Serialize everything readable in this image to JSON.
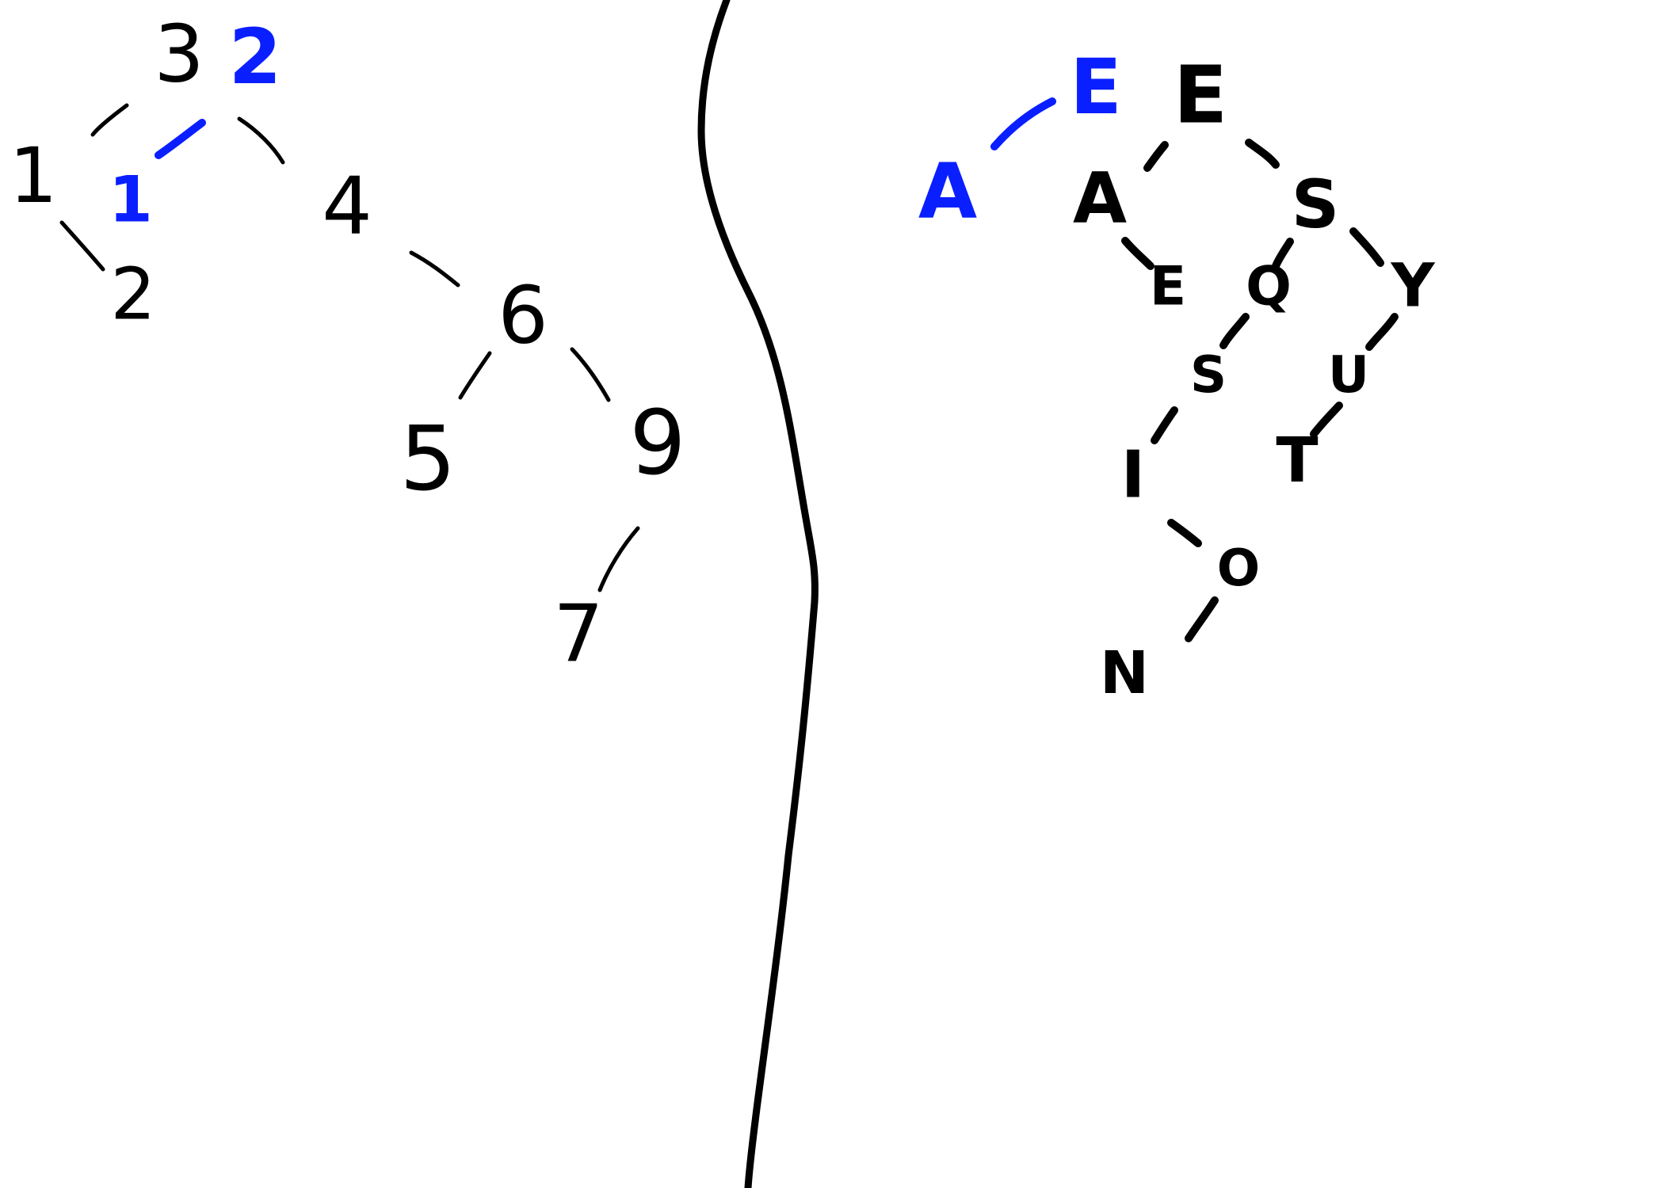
{
  "colors": {
    "ink": "#000000",
    "highlight": "#0a1fff",
    "background": "#ffffff"
  },
  "left_tree": {
    "nodes": [
      {
        "id": "n3",
        "label": "3",
        "highlight": false
      },
      {
        "id": "n2top",
        "label": "2",
        "highlight": true
      },
      {
        "id": "n1a",
        "label": "1",
        "highlight": false
      },
      {
        "id": "n1b",
        "label": "1",
        "highlight": true
      },
      {
        "id": "n2bottom",
        "label": "2",
        "highlight": false
      },
      {
        "id": "n4",
        "label": "4",
        "highlight": false
      },
      {
        "id": "n6",
        "label": "6",
        "highlight": false
      },
      {
        "id": "n5",
        "label": "5",
        "highlight": false
      },
      {
        "id": "n9",
        "label": "9",
        "highlight": false
      },
      {
        "id": "n7",
        "label": "7",
        "highlight": false
      }
    ],
    "edges": [
      {
        "from": "n3",
        "to": "n1a",
        "highlight": false
      },
      {
        "from": "n2top",
        "to": "n1b",
        "highlight": true
      },
      {
        "from": "n2top",
        "to": "n4",
        "highlight": false
      },
      {
        "from": "n1a",
        "to": "n2bottom",
        "highlight": false
      },
      {
        "from": "n4",
        "to": "n6",
        "highlight": false
      },
      {
        "from": "n6",
        "to": "n5",
        "highlight": false
      },
      {
        "from": "n6",
        "to": "n9",
        "highlight": false
      },
      {
        "from": "n9",
        "to": "n7",
        "highlight": false
      }
    ]
  },
  "right_tree": {
    "nodes": [
      {
        "id": "rEblue",
        "label": "E",
        "highlight": true
      },
      {
        "id": "rAblue",
        "label": "A",
        "highlight": true
      },
      {
        "id": "rE",
        "label": "E",
        "highlight": false
      },
      {
        "id": "rA",
        "label": "A",
        "highlight": false
      },
      {
        "id": "rS1",
        "label": "S",
        "highlight": false
      },
      {
        "id": "rE2",
        "label": "E",
        "highlight": false
      },
      {
        "id": "rQ",
        "label": "Q",
        "highlight": false
      },
      {
        "id": "rY",
        "label": "Y",
        "highlight": false
      },
      {
        "id": "rS2",
        "label": "S",
        "highlight": false
      },
      {
        "id": "rU",
        "label": "U",
        "highlight": false
      },
      {
        "id": "rI",
        "label": "I",
        "highlight": false
      },
      {
        "id": "rT",
        "label": "T",
        "highlight": false
      },
      {
        "id": "rO",
        "label": "O",
        "highlight": false
      },
      {
        "id": "rN",
        "label": "N",
        "highlight": false
      }
    ],
    "edges": [
      {
        "from": "rEblue",
        "to": "rAblue",
        "highlight": true
      },
      {
        "from": "rE",
        "to": "rA",
        "highlight": false
      },
      {
        "from": "rE",
        "to": "rS1",
        "highlight": false
      },
      {
        "from": "rA",
        "to": "rE2",
        "highlight": false
      },
      {
        "from": "rS1",
        "to": "rQ",
        "highlight": false
      },
      {
        "from": "rS1",
        "to": "rY",
        "highlight": false
      },
      {
        "from": "rQ",
        "to": "rS2",
        "highlight": false
      },
      {
        "from": "rY",
        "to": "rU",
        "highlight": false
      },
      {
        "from": "rS2",
        "to": "rI",
        "highlight": false
      },
      {
        "from": "rU",
        "to": "rT",
        "highlight": false
      },
      {
        "from": "rI",
        "to": "rO",
        "highlight": false
      },
      {
        "from": "rO",
        "to": "rN",
        "highlight": false
      }
    ]
  }
}
